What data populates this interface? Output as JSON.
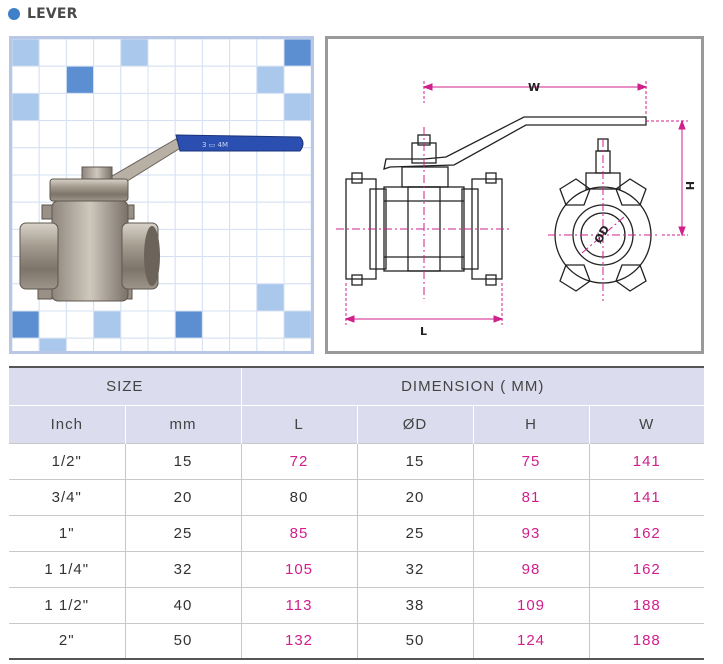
{
  "section_title": "LEVER",
  "colors": {
    "accent_dot": "#3f80c9",
    "header_bg": "#dcdcef",
    "highlight_text": "#d0208c",
    "tile_dark": "#5b8fd1",
    "tile_light": "#a9c8ec",
    "lever_handle": "#2a4fb0",
    "drawing_pink": "#d0208c"
  },
  "drawing": {
    "label_w": "W",
    "label_h": "H",
    "label_l": "L",
    "label_d": "ØD"
  },
  "table": {
    "group_headers": {
      "size": "SIZE",
      "dimension": "DIMENSION ( MM)"
    },
    "columns": [
      "Inch",
      "mm",
      "L",
      "ØD",
      "H",
      "W"
    ],
    "highlighted_columns": [
      "L",
      "H",
      "W"
    ],
    "rows": [
      {
        "inch": "1/2\"",
        "mm": "15",
        "L": "72",
        "D": "15",
        "H": "75",
        "W": "141",
        "L_highlight": true
      },
      {
        "inch": "3/4\"",
        "mm": "20",
        "L": "80",
        "D": "20",
        "H": "81",
        "W": "141",
        "L_highlight": false
      },
      {
        "inch": "1\"",
        "mm": "25",
        "L": "85",
        "D": "25",
        "H": "93",
        "W": "162",
        "L_highlight": true
      },
      {
        "inch": "1  1/4\"",
        "mm": "32",
        "L": "105",
        "D": "32",
        "H": "98",
        "W": "162",
        "L_highlight": true
      },
      {
        "inch": "1  1/2\"",
        "mm": "40",
        "L": "113",
        "D": "38",
        "H": "109",
        "W": "188",
        "L_highlight": true
      },
      {
        "inch": "2\"",
        "mm": "50",
        "L": "132",
        "D": "50",
        "H": "124",
        "W": "188",
        "L_highlight": true
      }
    ]
  }
}
